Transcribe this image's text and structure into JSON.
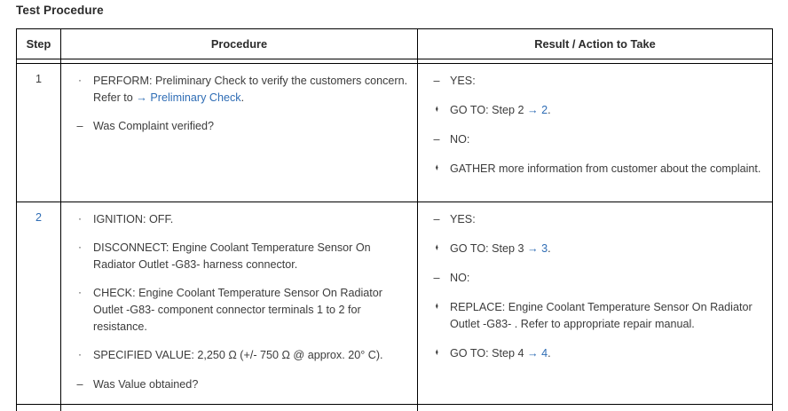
{
  "page": {
    "title": "Test Procedure"
  },
  "link_color": "#2f6db5",
  "text_color": "#3c3c3c",
  "table": {
    "headers": {
      "step": "Step",
      "procedure": "Procedure",
      "result": "Result / Action to Take"
    },
    "rows": [
      {
        "step": "1",
        "step_is_link": false,
        "procedure": [
          {
            "marker": "bullet-dot",
            "marker_glyph": "·",
            "text_before": "PERFORM: Preliminary Check to verify the customers concern. Refer to ",
            "arrow": "→",
            "link": "Preliminary Check",
            "text_after": "."
          },
          {
            "marker": "bullet-dash",
            "marker_glyph": "–",
            "text_before": "Was Complaint verified?",
            "arrow": "",
            "link": "",
            "text_after": ""
          }
        ],
        "result": [
          {
            "marker": "bullet-dash",
            "marker_glyph": "–",
            "text_before": "YES:",
            "arrow": "",
            "link": "",
            "text_after": ""
          },
          {
            "marker": "bullet-diamond",
            "marker_glyph": "♦",
            "text_before": "GO TO: Step 2 ",
            "arrow": "→",
            "link": "2",
            "text_after": "."
          },
          {
            "marker": "bullet-dash",
            "marker_glyph": "–",
            "text_before": "NO:",
            "arrow": "",
            "link": "",
            "text_after": ""
          },
          {
            "marker": "bullet-diamond",
            "marker_glyph": "♦",
            "text_before": "GATHER more information from customer about the complaint.",
            "arrow": "",
            "link": "",
            "text_after": ""
          }
        ]
      },
      {
        "step": "2",
        "step_is_link": true,
        "procedure": [
          {
            "marker": "bullet-dot",
            "marker_glyph": "·",
            "text_before": "IGNITION: OFF.",
            "arrow": "",
            "link": "",
            "text_after": ""
          },
          {
            "marker": "bullet-dot",
            "marker_glyph": "·",
            "text_before": "DISCONNECT: Engine Coolant Temperature Sensor On Radiator Outlet -G83- harness connector.",
            "arrow": "",
            "link": "",
            "text_after": ""
          },
          {
            "marker": "bullet-dot",
            "marker_glyph": "·",
            "text_before": "CHECK: Engine Coolant Temperature Sensor On Radiator Outlet -G83- component connector terminals 1 to 2 for resistance.",
            "arrow": "",
            "link": "",
            "text_after": ""
          },
          {
            "marker": "bullet-dot",
            "marker_glyph": "·",
            "text_before": "SPECIFIED VALUE: 2,250 Ω (+/- 750 Ω @ approx. 20° C).",
            "arrow": "",
            "link": "",
            "text_after": ""
          },
          {
            "marker": "bullet-dash",
            "marker_glyph": "–",
            "text_before": "Was Value obtained?",
            "arrow": "",
            "link": "",
            "text_after": ""
          }
        ],
        "result": [
          {
            "marker": "bullet-dash",
            "marker_glyph": "–",
            "text_before": "YES:",
            "arrow": "",
            "link": "",
            "text_after": ""
          },
          {
            "marker": "bullet-diamond",
            "marker_glyph": "♦",
            "text_before": "GO TO: Step 3 ",
            "arrow": "→",
            "link": "3",
            "text_after": "."
          },
          {
            "marker": "bullet-dash",
            "marker_glyph": "–",
            "text_before": "NO:",
            "arrow": "",
            "link": "",
            "text_after": ""
          },
          {
            "marker": "bullet-diamond",
            "marker_glyph": "♦",
            "text_before": "REPLACE: Engine Coolant Temperature Sensor On Radiator Outlet -G83- . Refer to appropriate repair manual.",
            "arrow": "",
            "link": "",
            "text_after": ""
          },
          {
            "marker": "bullet-diamond",
            "marker_glyph": "♦",
            "text_before": "GO TO: Step 4 ",
            "arrow": "→",
            "link": "4",
            "text_after": "."
          }
        ]
      }
    ]
  }
}
